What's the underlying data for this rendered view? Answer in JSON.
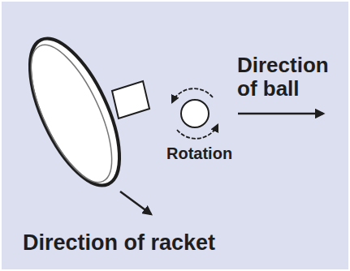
{
  "diagram": {
    "labels": [
      "Direction of ball",
      "Rotation",
      "Direction of racket"
    ]
  }
}
